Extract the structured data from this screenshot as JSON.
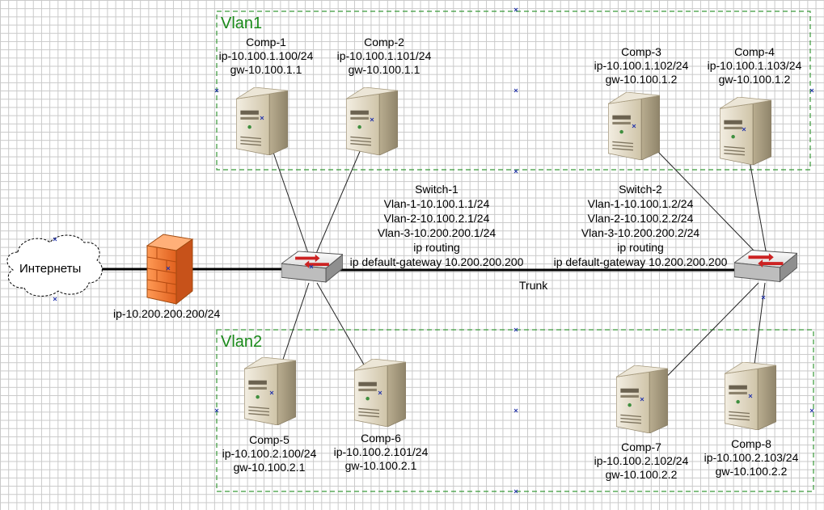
{
  "vlans": [
    {
      "title": "Vlan1"
    },
    {
      "title": "Vlan2"
    }
  ],
  "internet": {
    "label": "Интернеты"
  },
  "firewall": {
    "ip": "ip-10.200.200.200/24"
  },
  "switches": [
    {
      "lines": [
        "Switch-1",
        "Vlan-1-10.100.1.1/24",
        "Vlan-2-10.100.2.1/24",
        "Vlan-3-10.200.200.1/24",
        "ip routing",
        "ip default-gateway 10.200.200.200"
      ]
    },
    {
      "lines": [
        "Switch-2",
        "Vlan-1-10.100.1.2/24",
        "Vlan-2-10.100.2.2/24",
        "Vlan-3-10.200.200.2/24",
        "ip routing",
        "ip default-gateway 10.200.200.200"
      ]
    }
  ],
  "trunk": {
    "label": "Trunk"
  },
  "computers": [
    {
      "name": "Comp-1",
      "ip": "ip-10.100.1.100/24",
      "gw": "gw-10.100.1.1"
    },
    {
      "name": "Comp-2",
      "ip": "ip-10.100.1.101/24",
      "gw": "gw-10.100.1.1"
    },
    {
      "name": "Comp-3",
      "ip": "ip-10.100.1.102/24",
      "gw": "gw-10.100.1.2"
    },
    {
      "name": "Comp-4",
      "ip": "ip-10.100.1.103/24",
      "gw": "gw-10.100.1.2"
    },
    {
      "name": "Comp-5",
      "ip": "ip-10.100.2.100/24",
      "gw": "gw-10.100.2.1"
    },
    {
      "name": "Comp-6",
      "ip": "ip-10.100.2.101/24",
      "gw": "gw-10.100.2.1"
    },
    {
      "name": "Comp-7",
      "ip": "ip-10.100.2.102/24",
      "gw": "gw-10.100.2.2"
    },
    {
      "name": "Comp-8",
      "ip": "ip-10.100.2.103/24",
      "gw": "gw-10.100.2.2"
    }
  ],
  "colors": {
    "vlan_border": "#3a9a3a",
    "vlan_title": "#1a8a1a",
    "firewall": "#f07a30",
    "switch_arrow": "#cc2222",
    "server_body": "#d9cfb8"
  }
}
